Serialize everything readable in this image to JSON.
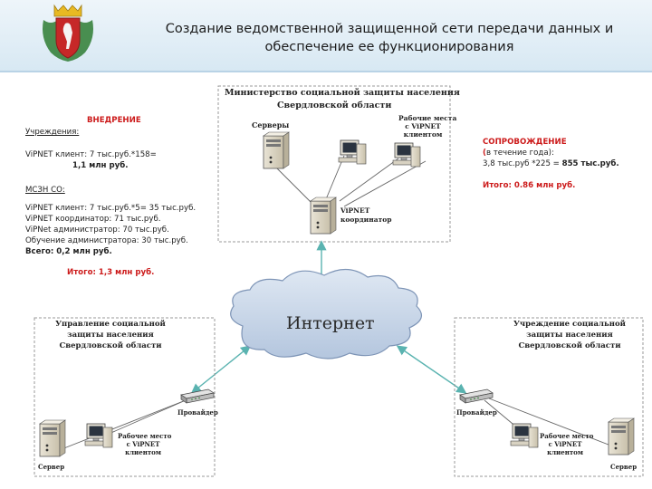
{
  "header": {
    "title_line1": "Создание ведомственной защищенной сети передачи данных и",
    "title_line2": "обеспечение ее функционирования"
  },
  "left_panel": {
    "implementation_heading": "ВНЕДРЕНИЕ",
    "institutions_label": "Учреждения:",
    "institutions_client_cost": "ViPNET клиент: 7 тыс.руб.*158=",
    "institutions_client_total": "1,1 млн руб.",
    "mszn_label": "МСЗН СО:",
    "mszn_items": [
      "ViPNET клиент: 7 тыс.руб.*5= 35 тыс.руб.",
      "ViPNET координатор: 71 тыс.руб.",
      "ViPNet администратор: 70 тыс.руб.",
      "Обучение администратора: 30 тыс.руб."
    ],
    "mszn_total": "Всего: 0,2 млн руб.",
    "grand_total": "Итого: 1,3 млн руб."
  },
  "right_panel": {
    "support_heading": "СОПРОВОЖДЕНИЕ",
    "support_period_prefix": "(",
    "support_period": "в течение года):",
    "support_cost_prefix": "3,8 тыс.руб *225 = ",
    "support_cost_value": "855 тыс.руб.",
    "support_total": "Итого: 0.86 млн руб."
  },
  "diagram": {
    "ministry_title_line1": "Министерство социальной защиты населения",
    "ministry_title_line2": "Свердловской области",
    "servers_label": "Серверы",
    "workstations_line1": "Рабочие места",
    "workstations_line2": "с ViPNET",
    "workstations_line3": "клиентом",
    "coordinator_line1": "ViPNET",
    "coordinator_line2": "координатор",
    "internet_label": "Интернет",
    "left_office_line1": "Управление социальной",
    "left_office_line2": "защиты населения",
    "left_office_line3": "Свердловской области",
    "right_office_line1": "Учреждение социальной",
    "right_office_line2": "защиты населения",
    "right_office_line3": "Свердловской области",
    "provider_label": "Провайдер",
    "workplace_line1": "Рабочее место",
    "workplace_line2": "с ViPNET",
    "workplace_line3": "клиентом",
    "server_label": "Сервер"
  },
  "colors": {
    "accent_red": "#cc1a1a",
    "header_band": "#d7e8f3",
    "connector_teal": "#5ab3b0",
    "cloud_fill": "#c5d3e6"
  },
  "icons": [
    "coat-of-arms-emblem",
    "server-tower-icon",
    "workstation-icon",
    "router-icon",
    "cloud-icon"
  ]
}
